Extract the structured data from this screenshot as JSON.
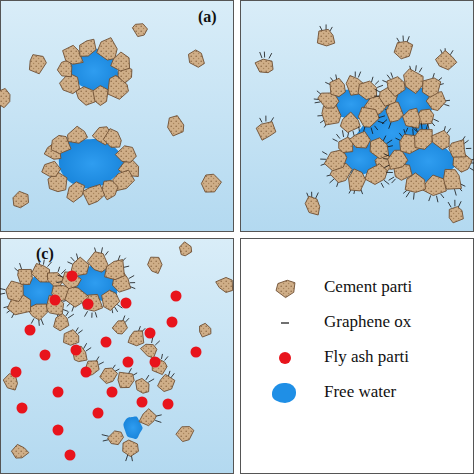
{
  "diagram": {
    "labels": [
      "(a)",
      "(c)"
    ],
    "legend": [
      {
        "text": "Cement parti"
      },
      {
        "text": "Graphene ox"
      },
      {
        "text": "Fly ash parti",
        "color": "#e8141c"
      },
      {
        "text": "Free water",
        "color": "#1f8fe6"
      }
    ]
  }
}
